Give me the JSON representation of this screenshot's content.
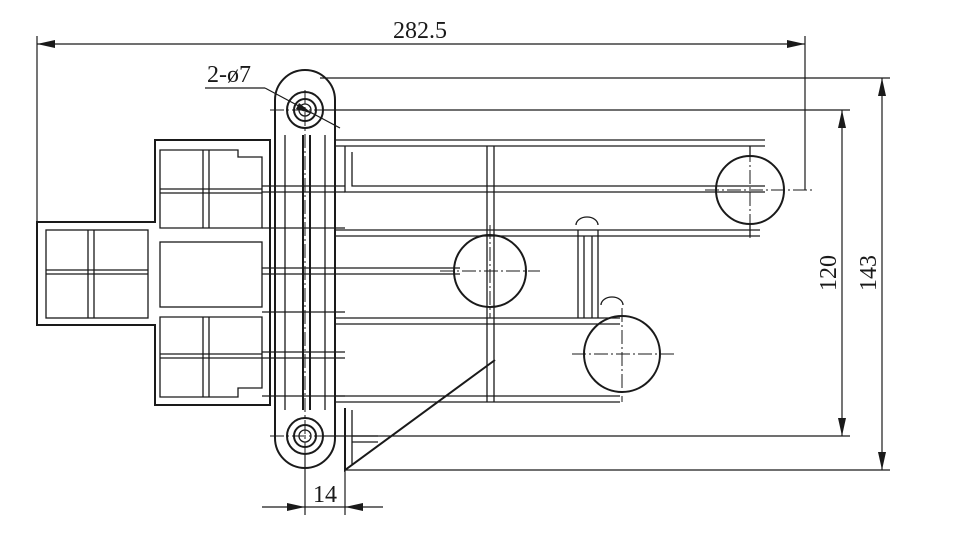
{
  "dimensions": {
    "overall_length": "282.5",
    "hole_spec": "2-ø7",
    "height_inner": "120",
    "height_outer": "143",
    "lug_width": "14"
  },
  "colors": {
    "line": "#1a1a1a",
    "background": "#ffffff"
  }
}
